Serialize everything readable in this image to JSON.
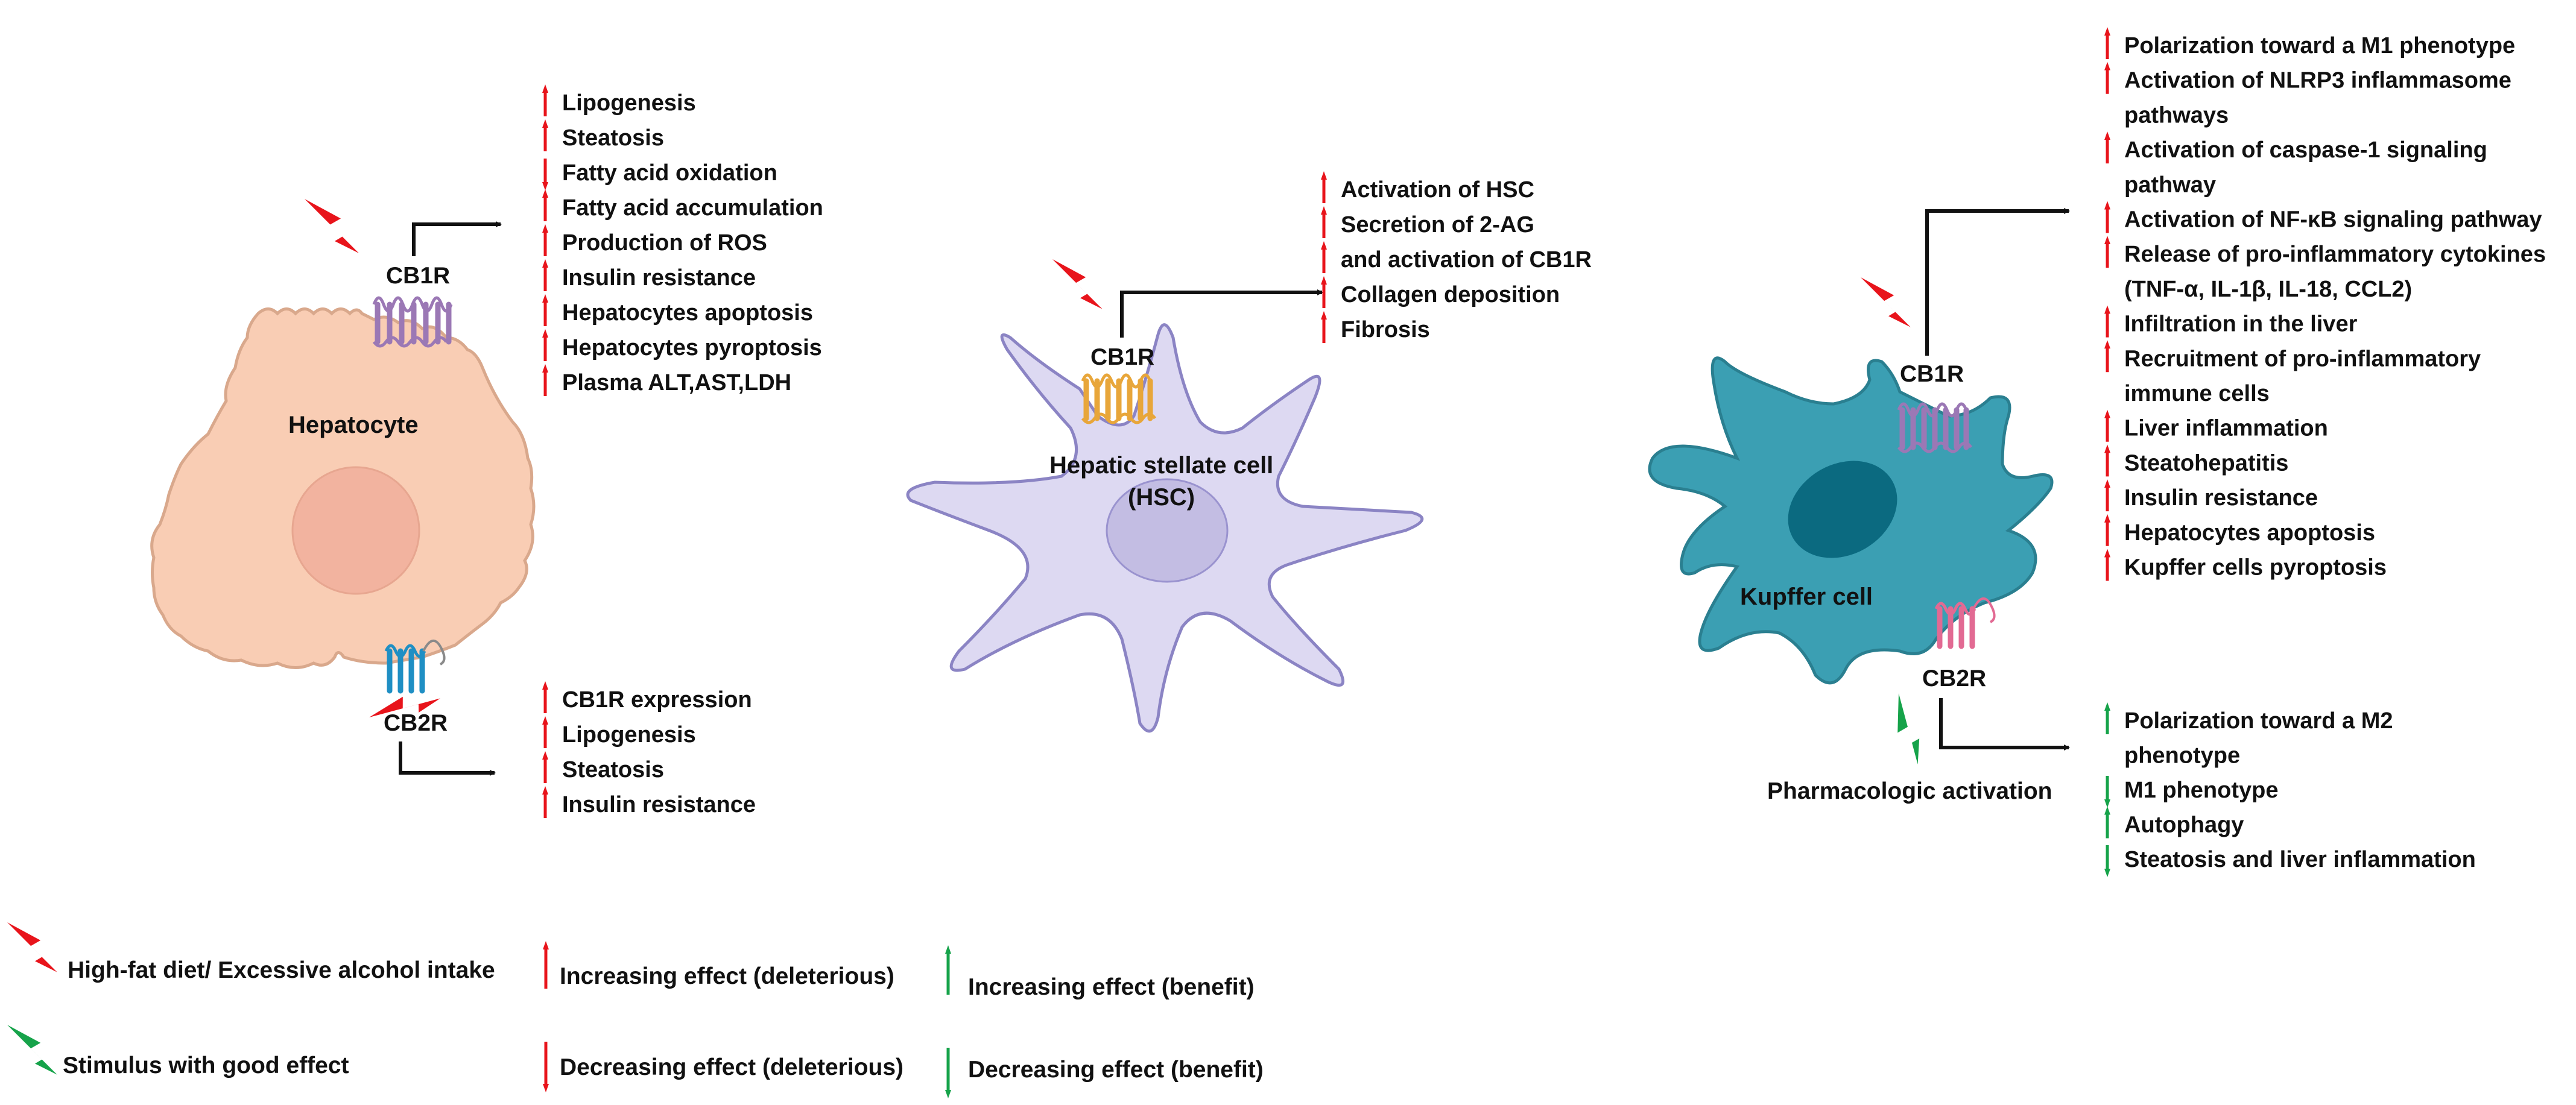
{
  "colors": {
    "deleterious": "#e8141b",
    "benefit": "#16a34a",
    "hepatocyte_fill": "#f9cdb4",
    "hepatocyte_stroke": "#d9a88c",
    "hsc_fill": "#ddd9f2",
    "hsc_stroke": "#8b84c4",
    "kupffer_fill": "#3b9fb3",
    "kupffer_stroke": "#2a7f90",
    "kupffer_nucleus": "#0b6a80",
    "cb1r_purple": "#9b78b5",
    "cb1r_orange": "#e8a63a",
    "cb2r_blue": "#1f8fc4",
    "cb2r_pink": "#e26a93"
  },
  "hepatocyte": {
    "name": "Hepatocyte",
    "cb1r": {
      "label": "CB1R",
      "effects": [
        {
          "text": "Lipogenesis",
          "arrow": "up",
          "color": "red"
        },
        {
          "text": "Steatosis",
          "arrow": "up",
          "color": "red"
        },
        {
          "text": "Fatty acid oxidation",
          "arrow": "down",
          "color": "red"
        },
        {
          "text": "Fatty acid accumulation",
          "arrow": "up",
          "color": "red"
        },
        {
          "text": "Production of ROS",
          "arrow": "up",
          "color": "red"
        },
        {
          "text": "Insulin resistance",
          "arrow": "up",
          "color": "red"
        },
        {
          "text": "Hepatocytes apoptosis",
          "arrow": "up",
          "color": "red"
        },
        {
          "text": "Hepatocytes pyroptosis",
          "arrow": "up",
          "color": "red"
        },
        {
          "text": "Plasma ALT,AST,LDH",
          "arrow": "up",
          "color": "red"
        }
      ]
    },
    "cb2r": {
      "label": "CB2R",
      "effects": [
        {
          "text": "CB1R expression",
          "arrow": "up",
          "color": "red"
        },
        {
          "text": "Lipogenesis",
          "arrow": "up",
          "color": "red"
        },
        {
          "text": "Steatosis",
          "arrow": "up",
          "color": "red"
        },
        {
          "text": "Insulin resistance",
          "arrow": "up",
          "color": "red"
        }
      ]
    }
  },
  "hsc": {
    "name_line1": "Hepatic stellate cell",
    "name_line2": "(HSC)",
    "cb1r": {
      "label": "CB1R",
      "effects": [
        {
          "text": "Activation of HSC",
          "arrow": "up",
          "color": "red"
        },
        {
          "text": "Secretion of 2-AG",
          "arrow": "up",
          "color": "red"
        },
        {
          "text": "and activation of CB1R",
          "arrow": "up",
          "color": "red"
        },
        {
          "text": "Collagen deposition",
          "arrow": "up",
          "color": "red"
        },
        {
          "text": "Fibrosis",
          "arrow": "up",
          "color": "red"
        }
      ]
    }
  },
  "kupffer": {
    "name": "Kupffer cell",
    "cb1r": {
      "label": "CB1R",
      "effects": [
        {
          "text": "Polarization toward a M1 phenotype",
          "arrow": "up",
          "color": "red"
        },
        {
          "text": "Activation of NLRP3 inflammasome",
          "arrow": "up",
          "color": "red"
        },
        {
          "text": "pathways",
          "arrow": "none",
          "color": "red"
        },
        {
          "text": "Activation of caspase-1 signaling",
          "arrow": "up",
          "color": "red"
        },
        {
          "text": "pathway",
          "arrow": "none",
          "color": "red"
        },
        {
          "text": "Activation of NF-κB signaling pathway",
          "arrow": "up",
          "color": "red"
        },
        {
          "text": "Release of pro-inflammatory cytokines",
          "arrow": "up",
          "color": "red"
        },
        {
          "text": "(TNF-α, IL-1β, IL-18, CCL2)",
          "arrow": "none",
          "color": "red"
        },
        {
          "text": "Infiltration in the liver",
          "arrow": "up",
          "color": "red"
        },
        {
          "text": "Recruitment of pro-inflammatory",
          "arrow": "up",
          "color": "red"
        },
        {
          "text": "immune cells",
          "arrow": "none",
          "color": "red"
        },
        {
          "text": "Liver inflammation",
          "arrow": "up",
          "color": "red"
        },
        {
          "text": "Steatohepatitis",
          "arrow": "up",
          "color": "red"
        },
        {
          "text": "Insulin resistance",
          "arrow": "up",
          "color": "red"
        },
        {
          "text": "Hepatocytes apoptosis",
          "arrow": "up",
          "color": "red"
        },
        {
          "text": "Kupffer cells pyroptosis",
          "arrow": "up",
          "color": "red"
        }
      ]
    },
    "cb2r": {
      "label": "CB2R",
      "stimulus_label": "Pharmacologic activation",
      "effects": [
        {
          "text": "Polarization toward a M2",
          "arrow": "up",
          "color": "green"
        },
        {
          "text": "phenotype",
          "arrow": "none",
          "color": "green"
        },
        {
          "text": "M1 phenotype",
          "arrow": "down",
          "color": "green"
        },
        {
          "text": "Autophagy",
          "arrow": "up",
          "color": "green"
        },
        {
          "text": "Steatosis and liver inflammation",
          "arrow": "down",
          "color": "green"
        }
      ]
    }
  },
  "legend": {
    "high_fat": "High-fat diet/ Excessive alcohol intake",
    "good_stimulus": "Stimulus with good effect",
    "inc_deleterious": "Increasing effect (deleterious)",
    "dec_deleterious": "Decreasing effect (deleterious)",
    "inc_benefit": "Increasing effect (benefit)",
    "dec_benefit": "Decreasing effect (benefit)"
  }
}
